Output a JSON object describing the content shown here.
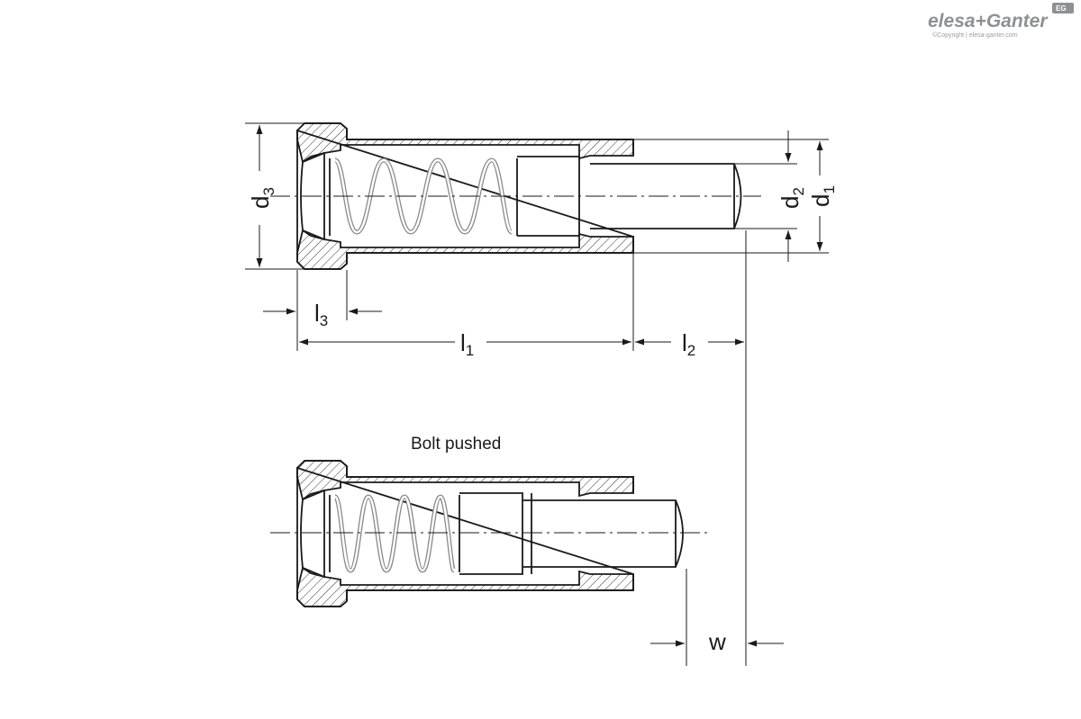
{
  "logo": {
    "brand": "elesa+Ganter",
    "copyright": "©Copyright | elesa-ganter.com",
    "badge": "EG"
  },
  "dimensions": {
    "d1": {
      "main": "d",
      "sub": "1"
    },
    "d2": {
      "main": "d",
      "sub": "2"
    },
    "d3": {
      "main": "d",
      "sub": "3"
    },
    "l1": {
      "main": "l",
      "sub": "1"
    },
    "l2": {
      "main": "l",
      "sub": "2"
    },
    "l3": {
      "main": "l",
      "sub": "3"
    },
    "w": {
      "main": "w"
    }
  },
  "bolt_pushed_label": "Bolt pushed",
  "colors": {
    "line": "#1a1a1a",
    "logo_gray": "#8e9194",
    "spring": "#bfbfbf"
  }
}
